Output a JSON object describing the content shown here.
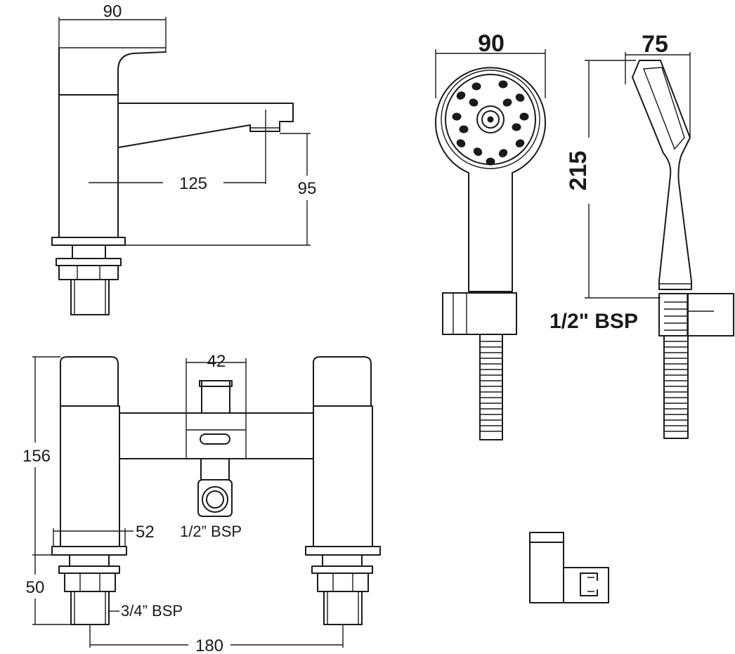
{
  "basin_tap": {
    "dim_width": "90",
    "dim_reach": "125",
    "dim_height": "95"
  },
  "handset": {
    "dim_head_diameter": "90",
    "dim_depth": "75",
    "dim_length": "215",
    "connection_label": "1/2\" BSP"
  },
  "bath_mixer": {
    "dim_diverter": "42",
    "dim_height": "156",
    "dim_base": "52",
    "outlet_label": "1/2” BSP",
    "dim_tail": "50",
    "inlet_label": "3/4” BSP",
    "dim_centres": "180"
  }
}
